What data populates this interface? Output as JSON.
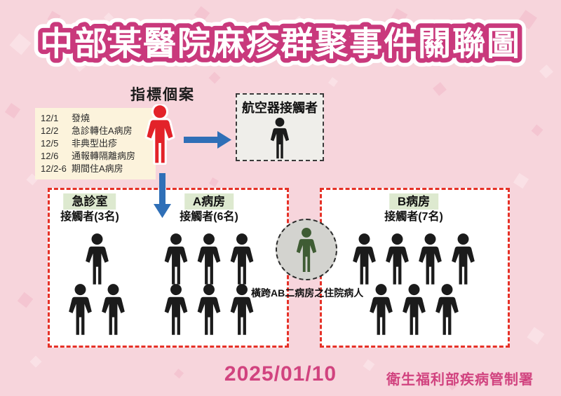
{
  "title": "中部某醫院麻疹群聚事件關聯圖",
  "index_case": {
    "label": "指標個案",
    "timeline": [
      {
        "date": "12/1",
        "event": "發燒"
      },
      {
        "date": "12/2",
        "event": "急診轉住A病房"
      },
      {
        "date": "12/5",
        "event": "非典型出疹"
      },
      {
        "date": "12/6",
        "event": "通報轉隔離病房"
      },
      {
        "date": "12/2-6",
        "event": "期間住A病房"
      }
    ]
  },
  "aircraft": {
    "label": "航空器接觸者",
    "count": 1
  },
  "groups": {
    "er": {
      "label": "急診室",
      "contacts_label": "接觸者(3名)",
      "count": 3
    },
    "ward_a": {
      "label": "A病房",
      "contacts_label": "接觸者(6名)",
      "count": 6
    },
    "ward_b": {
      "label": "B病房",
      "contacts_label": "接觸者(7名)",
      "count": 7
    }
  },
  "bridge_patient": {
    "label": "橫跨AB二病房之住院病人"
  },
  "footer": {
    "date": "2025/01/10",
    "agency": "衛生福利部疾病管制署"
  },
  "colors": {
    "background": "#f7d5dc",
    "title_pink": "#c9397c",
    "index_red": "#e32229",
    "arrow_blue": "#2f6fb7",
    "timeline_bg": "#fcf3dc",
    "ward_label_green": "#dde9cf",
    "contact_black": "#1b1b1b",
    "bridge_green": "#3f5c34",
    "bridge_circle_gray": "#d3d3cf",
    "box_border_red": "#e63127",
    "footer_pink": "#d1437f"
  }
}
